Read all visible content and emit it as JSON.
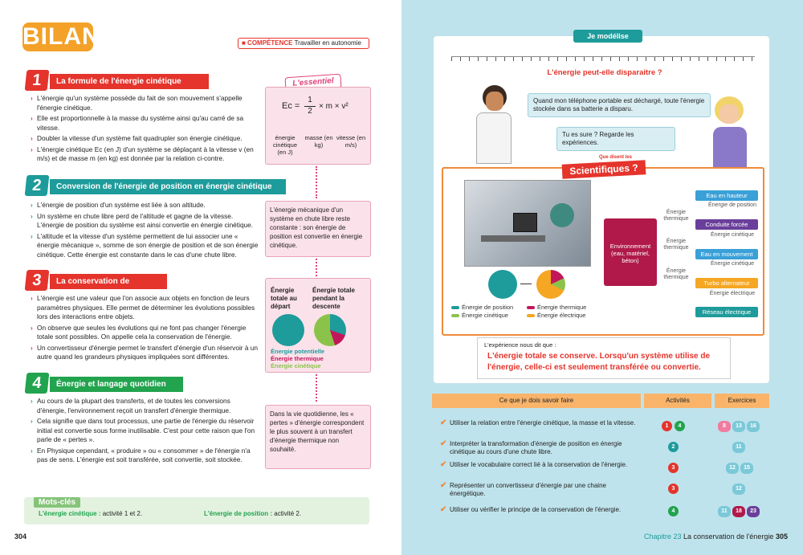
{
  "left": {
    "bilan": "BILAN",
    "competence_label": "■ COMPÉTENCE",
    "competence_text": " Travailler en autonomie",
    "essentiel": "L'essentiel",
    "sections": [
      {
        "num": "1",
        "title": "La formule de l'énergie cinétique"
      },
      {
        "num": "2",
        "title": "Conversion de l'énergie de position en énergie cinétique"
      },
      {
        "num": "3",
        "title": "La conservation de l'énergie"
      },
      {
        "num": "4",
        "title": "Énergie et langage quotidien"
      }
    ],
    "s1": [
      "L'énergie qu'un système possède du fait de son mouvement s'appelle l'énergie cinétique.",
      "Elle est proportionnelle à la masse du système ainsi qu'au carré de sa vitesse.",
      "Doubler la vitesse d'un système fait quadrupler son énergie cinétique.",
      "L'énergie cinétique Ec (en J) d'un système se déplaçant à la vitesse v (en m/s) et de masse m (en kg) est donnée par la relation ci-contre."
    ],
    "formula": {
      "lhs": "Ec =",
      "num": "1",
      "den": "2",
      "rhs": "× m × v²",
      "lab1": "énergie cinétique (en J)",
      "lab2": "masse (en kg)",
      "lab3": "vitesse (en m/s)"
    },
    "s2": [
      "L'énergie de position d'un système est liée à son altitude.",
      "Un système en chute libre perd de l'altitude et gagne de la vitesse. L'énergie de position du système est ainsi convertie en énergie cinétique.",
      "L'altitude et la vitesse d'un système permettent de lui associer une « énergie mécanique », somme de son énergie de position et de son énergie cinétique. Cette énergie est constante dans le cas d'une chute libre."
    ],
    "box2": "L'énergie mécanique d'un système en chute libre reste constante : son énergie de position est convertie en énergie cinétique.",
    "s3": [
      "L'énergie est une valeur que l'on associe aux objets en fonction de leurs paramètres physiques. Elle permet de déterminer les évolutions possibles lors des interactions entre objets.",
      "On observe que seules les évolutions qui ne font pas changer l'énergie totale sont possibles. On appelle cela la conservation de l'énergie.",
      "Un convertisseur d'énergie permet le transfert d'énergie d'un réservoir à un autre quand les grandeurs physiques impliquées sont différentes."
    ],
    "box3": {
      "h1": "Énergie totale au départ",
      "h2": "Énergie totale pendant la descente",
      "l1": "Énergie potentielle",
      "l2": "Énergie thermique",
      "l3": "Énergie cinétique"
    },
    "s4": [
      "Au cours de la plupart des transferts, et de toutes les conversions d'énergie, l'environnement reçoit un transfert d'énergie thermique.",
      "Cela signifie que dans tout processus, une partie de l'énergie du réservoir initial est convertie sous forme inutilisable. C'est pour cette raison que l'on parle de « pertes ».",
      "En Physique cependant, « produire » ou « consommer » de l'énergie n'a pas de sens. L'énergie est soit transférée, soit convertie, soit stockée."
    ],
    "box4": "Dans la vie quotidienne, les « pertes » d'énergie correspondent le plus souvent à un transfert d'énergie thermique non souhaité.",
    "mots_title": "Mots-clés",
    "mots1_k": "L'énergie cinétique :",
    "mots1_v": " activité 1 et 2.",
    "mots2_k": "L'énergie de position :",
    "mots2_v": " activité 2.",
    "page": "304"
  },
  "right": {
    "jemodelise": "Je modélise",
    "question": "L'énergie peut-elle disparaitre ?",
    "bubble1": "Quand mon téléphone portable est déchargé, toute l'énergie stockée dans sa batterie a disparu.",
    "bubble2": "Tu es sure ? Regarde les expériences.",
    "sci_pre": "Que disent les",
    "sci_title": "Scientifiques ?",
    "flow": [
      "Eau en hauteur",
      "Conduite forcée",
      "Eau en mouvement",
      "Turbo alternateur",
      "Réseau électrique"
    ],
    "flow_labels": [
      "Énergie de position",
      "Énergie cinétique",
      "Énergie cinétique",
      "Énergie électrique"
    ],
    "thermal": [
      "Énergie thermique",
      "Énergie thermique",
      "Énergie thermique"
    ],
    "env": "Environnement (eau, matériel, béton)",
    "legend": [
      "Énergie de position",
      "Énergie cinétique",
      "Énergie thermique",
      "Énergie électrique"
    ],
    "colors": {
      "position": "#1e9b9b",
      "cinetique": "#8bc34a",
      "thermique": "#c2185b",
      "electrique": "#f5a623"
    },
    "concl_a": "L'expérience nous dit que :",
    "concl_b": "L'énergie totale se conserve. Lorsqu'un système utilise de l'énergie, celle-ci est seulement transférée ou convertie.",
    "table_headers": [
      "Ce que je dois savoir faire",
      "Activités",
      "Exercices"
    ],
    "rows": [
      {
        "text": "Utiliser la relation entre l'énergie cinétique, la masse et la vitesse.",
        "act": [
          "1",
          "4"
        ],
        "ex": [
          "8",
          "13",
          "16"
        ]
      },
      {
        "text": "Interpréter la transformation d'énergie de position en énergie cinétique au cours d'une chute libre.",
        "act": [
          "2"
        ],
        "ex": [
          "11"
        ]
      },
      {
        "text": "Utiliser le vocabulaire correct lié à la conservation de l'énergie.",
        "act": [
          "3"
        ],
        "ex": [
          "12",
          "15"
        ]
      },
      {
        "text": "Représenter un convertisseur d'énergie par une chaine énergétique.",
        "act": [
          "3"
        ],
        "ex": [
          "12"
        ]
      },
      {
        "text": "Utiliser ou vérifier le principe de la conservation de l'énergie.",
        "act": [
          "4"
        ],
        "ex": [
          "11",
          "18",
          "23"
        ]
      }
    ],
    "chapter": "Chapitre 23",
    "chapter_title": " La conservation de l'énergie",
    "page": "305"
  }
}
